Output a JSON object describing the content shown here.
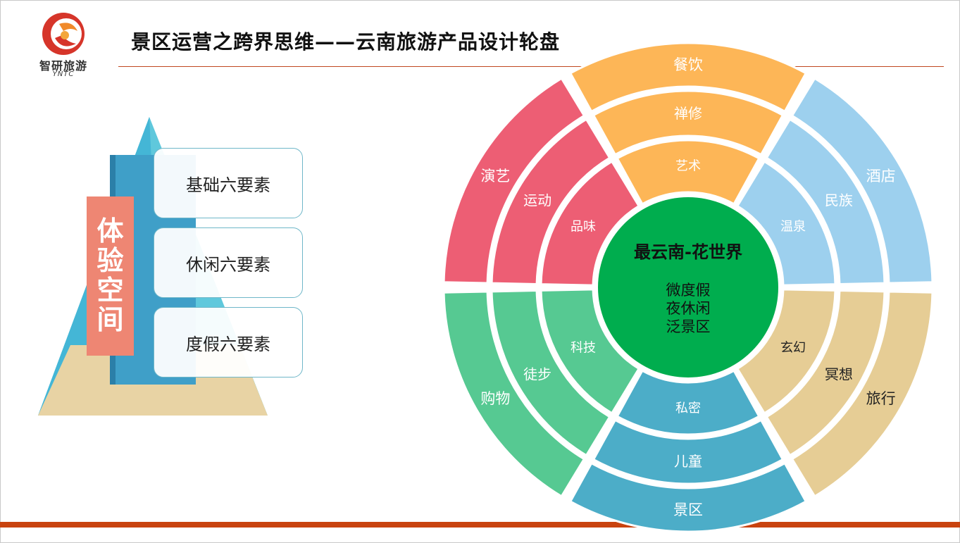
{
  "logo": {
    "name": "智研旅游",
    "sub": "YNTC"
  },
  "title": "景区运营之跨界思维——云南旅游产品设计轮盘",
  "pyramid": {
    "tag_chars": [
      "体",
      "验",
      "空",
      "间"
    ],
    "boxes": [
      "基础六要素",
      "休闲六要素",
      "度假六要素"
    ]
  },
  "wheel": {
    "center": {
      "title": "最云南-花世界",
      "lines": [
        "微度假",
        "夜休闲",
        "泛景区"
      ]
    },
    "sectors": [
      {
        "color": "#fdb657",
        "labels": [
          "艺术",
          "禅修",
          "餐饮"
        ]
      },
      {
        "color": "#9dd0ee",
        "labels": [
          "温泉",
          "民族",
          "酒店"
        ]
      },
      {
        "color": "#e6cd95",
        "labels": [
          "玄幻",
          "冥想",
          "旅行"
        ]
      },
      {
        "color": "#4cadc8",
        "labels": [
          "私密",
          "儿童",
          "景区"
        ]
      },
      {
        "color": "#56c992",
        "labels": [
          "科技",
          "徒步",
          "购物"
        ]
      },
      {
        "color": "#ed5e74",
        "labels": [
          "品味",
          "运动",
          "演艺"
        ]
      }
    ]
  },
  "colors": {
    "center": "#00ad4e",
    "accent": "#c9430f"
  }
}
